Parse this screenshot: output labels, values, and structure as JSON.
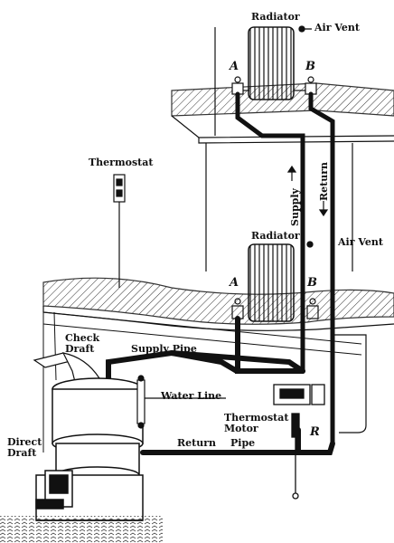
{
  "labels": {
    "radiator_upper": "Radiator",
    "air_vent_upper": "Air Vent",
    "valve_a_upper": "A",
    "valve_b_upper": "B",
    "thermostat": "Thermostat",
    "supply_vertical": "Supply",
    "return_vertical": "Return",
    "radiator_lower": "Radiator",
    "air_vent_lower": "Air Vent",
    "valve_a_lower": "A",
    "valve_b_lower": "B",
    "check_draft": "Check\nDraft",
    "supply_pipe": "Supply Pipe",
    "water_line": "Water Line",
    "thermostat_motor": "Thermostat\nMotor",
    "return": "Return",
    "pipe": "Pipe",
    "r": "R",
    "direct_draft": "Direct\nDraft"
  },
  "colors": {
    "ink": "#111111",
    "paper": "#ffffff"
  }
}
